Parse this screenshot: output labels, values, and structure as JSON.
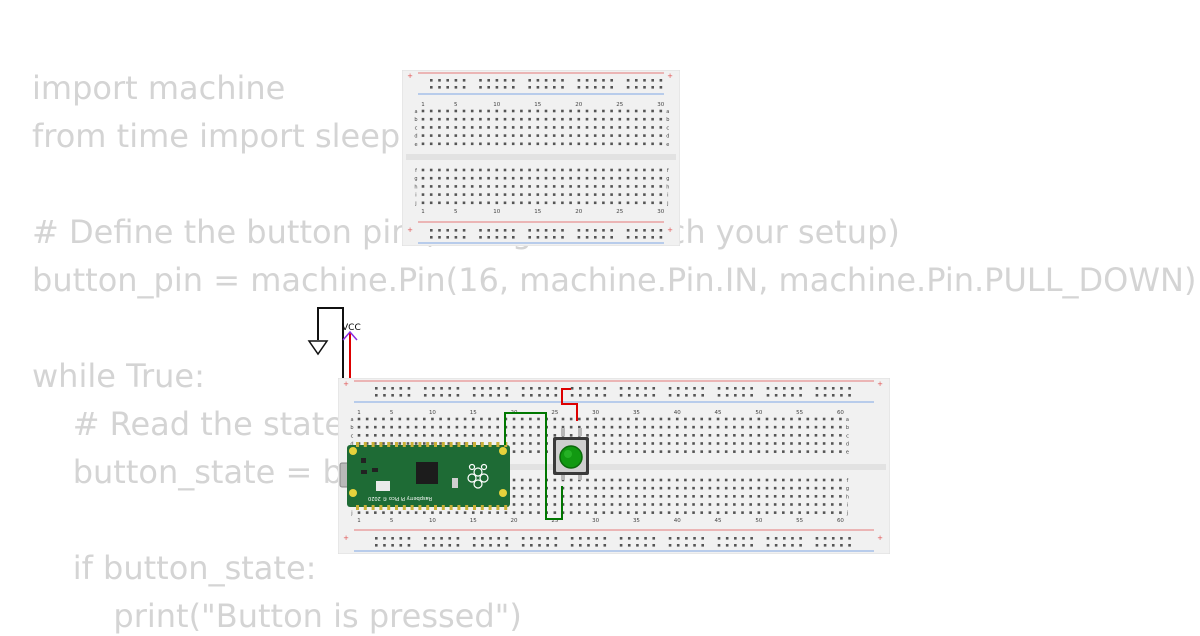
{
  "code": {
    "lines": [
      "import machine",
      "from time import sleep",
      "",
      "# Define the button pin (change to match your setup)",
      "button_pin = machine.Pin(16, machine.Pin.IN, machine.Pin.PULL_DOWN)",
      "",
      "while True:",
      "    # Read the state of the button",
      "    button_state = button_pin.value()",
      "",
      "    if button_state:",
      "        print(\"Button is pressed\")"
    ]
  },
  "breadboard_half": {
    "column_numbers": [
      "1",
      "5",
      "10",
      "15",
      "20",
      "25",
      "30"
    ],
    "row_letters_top": [
      "a",
      "b",
      "c",
      "d",
      "e"
    ],
    "row_letters_bottom": [
      "f",
      "g",
      "h",
      "i",
      "j"
    ]
  },
  "breadboard_full": {
    "column_numbers": [
      "1",
      "5",
      "10",
      "15",
      "20",
      "25",
      "30",
      "35",
      "40",
      "45",
      "50",
      "55",
      "60"
    ],
    "row_letters_top": [
      "a",
      "b",
      "c",
      "d",
      "e"
    ],
    "row_letters_bottom": [
      "f",
      "g",
      "h",
      "i",
      "j"
    ]
  },
  "power": {
    "vcc_label": "VCC"
  },
  "pico": {
    "label": "Raspberry Pi Pico © 2020"
  },
  "colors": {
    "code_text": "#d4d4d4",
    "breadboard": "#f1f1f1",
    "hole": "#555555",
    "rail_red": "#e05050",
    "rail_blue": "#5a8ce0",
    "wire_red": "#dd0000",
    "wire_black": "#111111",
    "wire_green": "#007700",
    "vcc": "#8a2be2",
    "pico_pcb": "#1e6b35",
    "button_cap": "#119911"
  }
}
